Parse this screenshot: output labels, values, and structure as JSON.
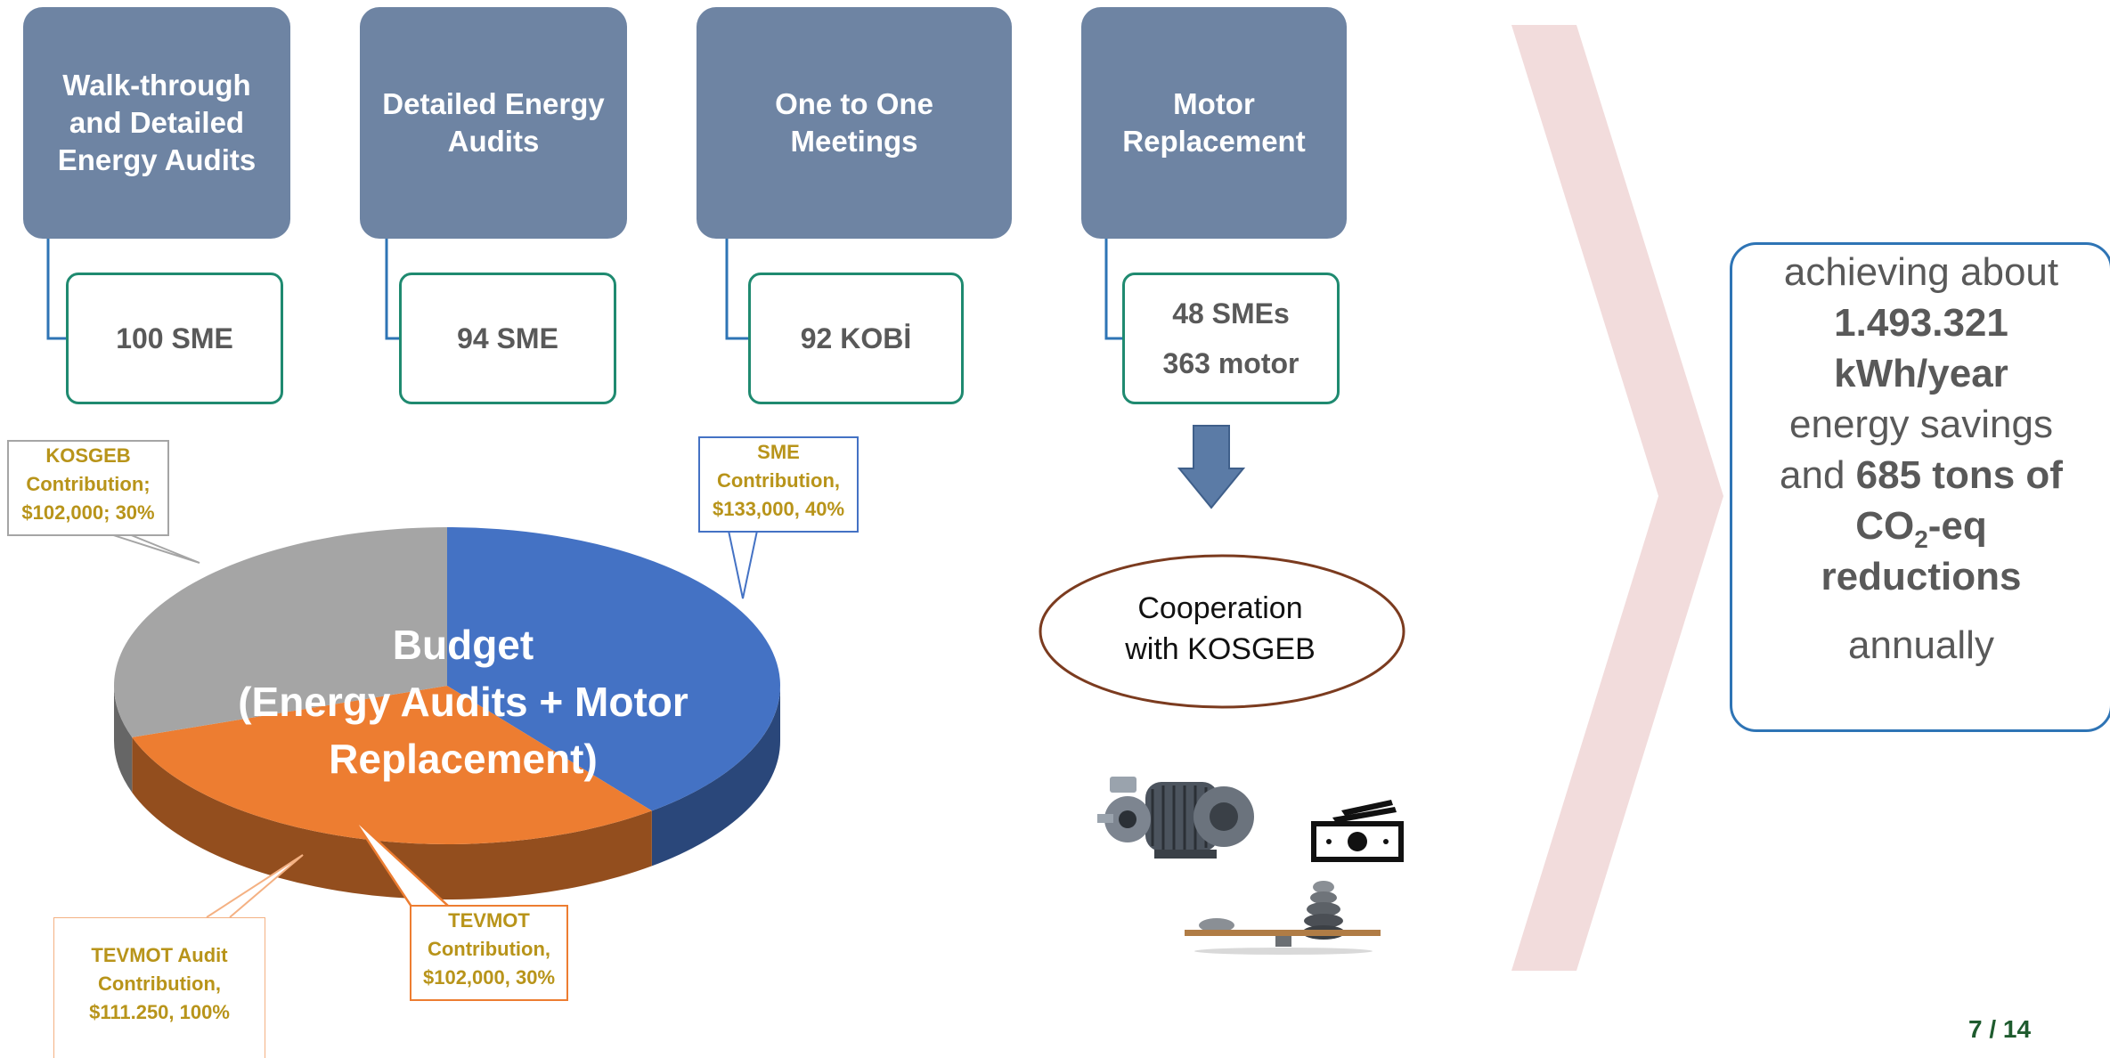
{
  "steps": [
    {
      "title": "Walk-through\nand Detailed\nEnergy Audits",
      "count": [
        "100 SME"
      ]
    },
    {
      "title": "Detailed Energy\nAudits",
      "count": [
        "94 SME"
      ]
    },
    {
      "title": "One to One\nMeetings",
      "count": [
        "92 KOBİ"
      ]
    },
    {
      "title": "Motor\nReplacement",
      "count": [
        "48 SMEs",
        "363 motor"
      ]
    }
  ],
  "budget": {
    "title": "Budget\n(Energy Audits + Motor\nReplacement)",
    "kosgeb_label": "KOSGEB\nContribution;\n$102,000; 30%",
    "sme_label": "SME\nContribution,\n$133,000, 40%",
    "tevmot_label": "TEVMOT\nContribution,\n$102,000, 30%",
    "tevmot_audit_label": "TEVMOT Audit\nContribution,\n$111.250, 100%",
    "colors": {
      "sme": "#4472c4",
      "tevmot": "#ed7d31",
      "kosgeb": "#a5a5a5"
    }
  },
  "chart_data": {
    "type": "pie",
    "title": "Budget\n(Energy Audits + Motor\nReplacement)",
    "categories": [
      "SME Contribution",
      "TEVMOT Contribution",
      "KOSGEB Contribution"
    ],
    "values": [
      133000,
      102000,
      102000
    ],
    "percent": [
      40,
      30,
      30
    ],
    "colors": [
      "#4472c4",
      "#ed7d31",
      "#a5a5a5"
    ]
  },
  "cooperation": {
    "text": "Cooperation\nwith KOSGEB"
  },
  "result": {
    "line1": "achieving about",
    "bold1": "1.493.321",
    "bold2": "kWh/year",
    "line2": "energy savings",
    "line3_pre": "and ",
    "line3_bold": "685 tons of",
    "co2_a": "CO",
    "co2_sub": "2",
    "co2_b": "-eq",
    "bold4": "reductions",
    "line5": "annually"
  },
  "page": {
    "number": "7 / 14"
  },
  "icons": [
    "electric-motor-icon",
    "money-icon",
    "balance-icon",
    "down-arrow-icon",
    "chevron-icon"
  ]
}
